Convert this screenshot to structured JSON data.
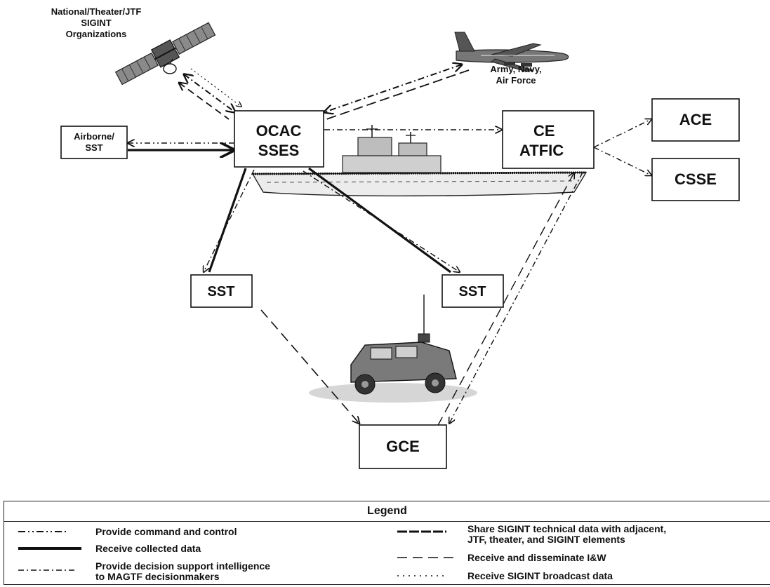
{
  "nodes": {
    "national": {
      "line1": "National/Theater/JTF",
      "line2": "SIGINT",
      "line3": "Organizations"
    },
    "services": {
      "line1": "Army, Navy,",
      "line2": "Air Force"
    },
    "ocac": {
      "line1": "OCAC",
      "line2": "SSES"
    },
    "ce": {
      "line1": "CE",
      "line2": "ATFIC"
    },
    "ace": "ACE",
    "csse": "CSSE",
    "airborne": {
      "line1": "Airborne/",
      "line2": "SST"
    },
    "sst_left": "SST",
    "sst_right": "SST",
    "gce": "GCE"
  },
  "legend": {
    "title": "Legend",
    "items": [
      {
        "style": "dash-dot-dot",
        "text": "Provide command and control"
      },
      {
        "style": "thick-solid",
        "text": "Receive collected data"
      },
      {
        "style": "dash-dot",
        "line1": "Provide decision support intelligence",
        "line2": "to MAGTF decisionmakers"
      },
      {
        "style": "heavy-dash",
        "line1": "Share SIGINT technical data with adjacent,",
        "line2": "JTF, theater, and SIGINT elements"
      },
      {
        "style": "long-dash",
        "text": "Receive and disseminate I&W"
      },
      {
        "style": "dotted",
        "text": "Receive SIGINT broadcast data"
      }
    ]
  }
}
